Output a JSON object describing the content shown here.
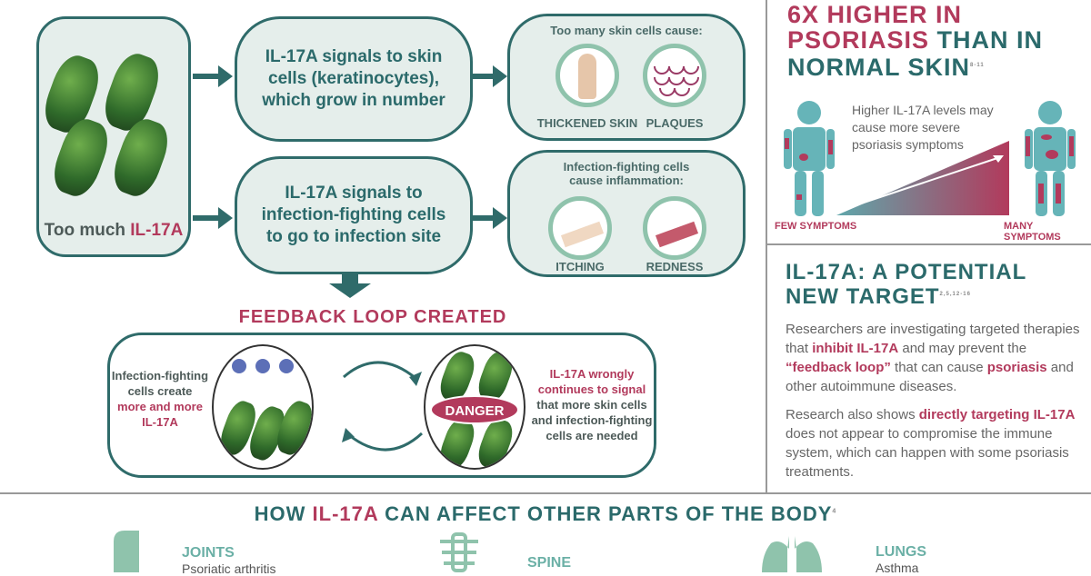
{
  "source": {
    "label_prefix": "Too much ",
    "label_highlight": "IL-17A"
  },
  "step_skin": "IL-17A signals to skin cells (keratinocytes), which grow in number",
  "step_infection": "IL-17A signals to infection-fighting cells to go to infection site",
  "skin_effects": {
    "title": "Too many skin cells cause:",
    "items": [
      {
        "label": "THICKENED SKIN",
        "icon": "body-spots-icon"
      },
      {
        "label": "PLAQUES",
        "icon": "scales-icon"
      }
    ]
  },
  "inflammation_effects": {
    "title": "Infection-fighting cells cause inflammation:",
    "items": [
      {
        "label": "ITCHING",
        "icon": "arm-itching-icon"
      },
      {
        "label": "REDNESS",
        "icon": "arm-redness-icon"
      }
    ]
  },
  "feedback": {
    "title": "FEEDBACK LOOP CREATED",
    "left_text_1": "Infection-fighting cells create",
    "left_text_highlight": "more and more IL-17A",
    "danger": "DANGER",
    "right_text_highlight": "IL-17A wrongly continues to signal",
    "right_text_2": "that more skin cells and infection-fighting cells are needed"
  },
  "higher": {
    "title_pink": "6X HIGHER IN PSORIASIS",
    "title_teal": " THAN IN NORMAL SKIN",
    "ref": "8-11",
    "caption": "Higher IL-17A levels may cause more severe psoriasis symptoms",
    "few": "FEW SYMPTOMS",
    "many": "MANY SYMPTOMS"
  },
  "target": {
    "title": "IL-17A: A POTENTIAL NEW TARGET",
    "ref": "2,5,12-16",
    "p1": {
      "a": "Researchers are investigating targeted therapies that ",
      "b": "inhibit IL-17A",
      "c": " and may prevent the ",
      "d": "“feedback loop”",
      "e": " that can cause ",
      "f": "psoriasis",
      "g": " and other autoimmune diseases."
    },
    "p2": {
      "a": "Research also shows ",
      "b": "directly targeting IL-17A",
      "c": " does not appear to compromise the immune system, which can happen with some psoriasis treatments."
    }
  },
  "body_section": {
    "title_a": "HOW ",
    "title_b": "IL-17A",
    "title_c": " CAN AFFECT OTHER PARTS OF THE BODY",
    "ref": "4",
    "items": [
      {
        "name": "JOINTS",
        "desc": "Psoriatic arthritis",
        "icon": "joint-icon"
      },
      {
        "name": "SPINE",
        "desc": "",
        "icon": "spine-icon"
      },
      {
        "name": "LUNGS",
        "desc": "Asthma",
        "icon": "lungs-icon"
      }
    ]
  },
  "colors": {
    "teal": "#2b6a6b",
    "pink": "#b23a5c",
    "box": "#e5eeeb",
    "mint": "#8fc3ac"
  }
}
